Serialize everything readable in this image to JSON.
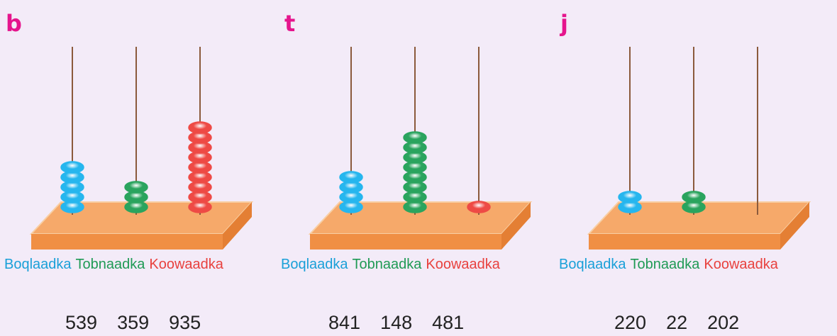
{
  "panels": [
    {
      "letter": "b",
      "labels": {
        "hundreds": "Boqlaadka",
        "tens": "Tobnaadka",
        "ones": "Koowaadka"
      },
      "beads": {
        "hundreds": 5,
        "tens": 3,
        "ones": 9
      },
      "options": [
        "539",
        "359",
        "935"
      ]
    },
    {
      "letter": "t",
      "labels": {
        "hundreds": "Boqlaadka",
        "tens": "Tobnaadka",
        "ones": "Koowaadka"
      },
      "beads": {
        "hundreds": 4,
        "tens": 8,
        "ones": 1
      },
      "options": [
        "841",
        "148",
        "481"
      ]
    },
    {
      "letter": "j",
      "labels": {
        "hundreds": "Boqlaadka",
        "tens": "Tobnaadka",
        "ones": "Koowaadka"
      },
      "beads": {
        "hundreds": 2,
        "tens": 2,
        "ones": 0
      },
      "options": [
        "220",
        "22",
        "202"
      ]
    }
  ],
  "colors": {
    "hundreds": "#26b6ee",
    "tens": "#2aa45e",
    "ones": "#ee4a45",
    "letter": "#e5158d",
    "base_top": "#f6a96a",
    "base_front": "#f08f44",
    "rod": "#8b5a3c"
  }
}
